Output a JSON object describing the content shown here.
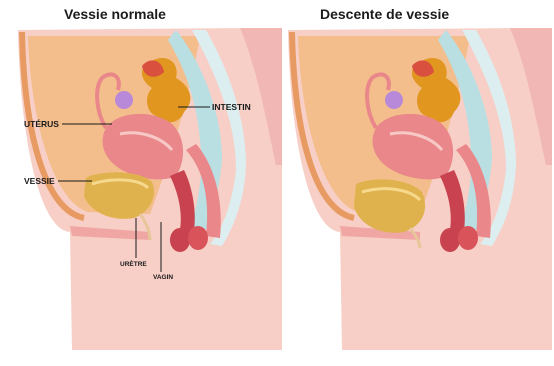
{
  "panels": [
    {
      "title": "Vessie normale"
    },
    {
      "title": "Descente de vessie"
    }
  ],
  "labels": {
    "uterus": "UTÉRUS",
    "vessie": "VESSIE",
    "intestin": "INTESTIN",
    "uretre": "URÈTRE",
    "vagin": "VAGIN"
  },
  "colors": {
    "skin": "#f7cfc6",
    "cavity": "#f3be8c",
    "muscle": "#e9878a",
    "muscle_dark": "#c8424f",
    "bladder": "#e0b24e",
    "spine": "#b9dfe2",
    "ovary": "#b889d8",
    "intestine": "#e0961f"
  }
}
